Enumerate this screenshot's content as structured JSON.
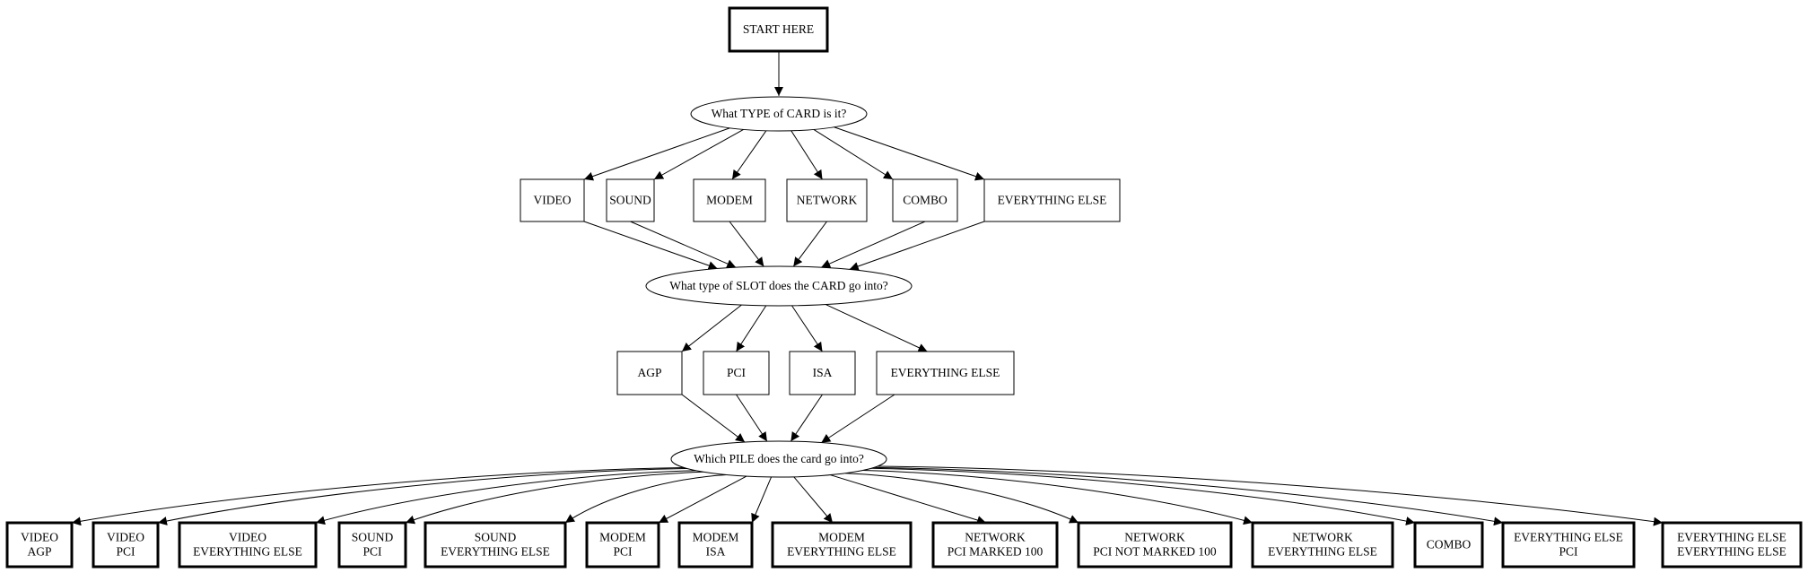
{
  "diagram": {
    "type": "flowchart",
    "start": "START HERE",
    "questions": {
      "card_type": "What TYPE of CARD is it?",
      "slot_type": "What type of SLOT does the CARD go into?",
      "pile": "Which PILE does the card go into?"
    },
    "card_types": [
      "VIDEO",
      "SOUND",
      "MODEM",
      "NETWORK",
      "COMBO",
      "EVERYTHING ELSE"
    ],
    "slot_types": [
      "AGP",
      "PCI",
      "ISA",
      "EVERYTHING ELSE"
    ],
    "piles": [
      [
        "VIDEO",
        "AGP"
      ],
      [
        "VIDEO",
        "PCI"
      ],
      [
        "VIDEO",
        "EVERYTHING ELSE"
      ],
      [
        "SOUND",
        "PCI"
      ],
      [
        "SOUND",
        "EVERYTHING ELSE"
      ],
      [
        "MODEM",
        "PCI"
      ],
      [
        "MODEM",
        "ISA"
      ],
      [
        "MODEM",
        "EVERYTHING ELSE"
      ],
      [
        "NETWORK",
        "PCI MARKED 100"
      ],
      [
        "NETWORK",
        "PCI NOT MARKED 100"
      ],
      [
        "NETWORK",
        "EVERYTHING ELSE"
      ],
      [
        "COMBO"
      ],
      [
        "EVERYTHING ELSE",
        "PCI"
      ],
      [
        "EVERYTHING ELSE",
        "EVERYTHING ELSE"
      ]
    ]
  }
}
